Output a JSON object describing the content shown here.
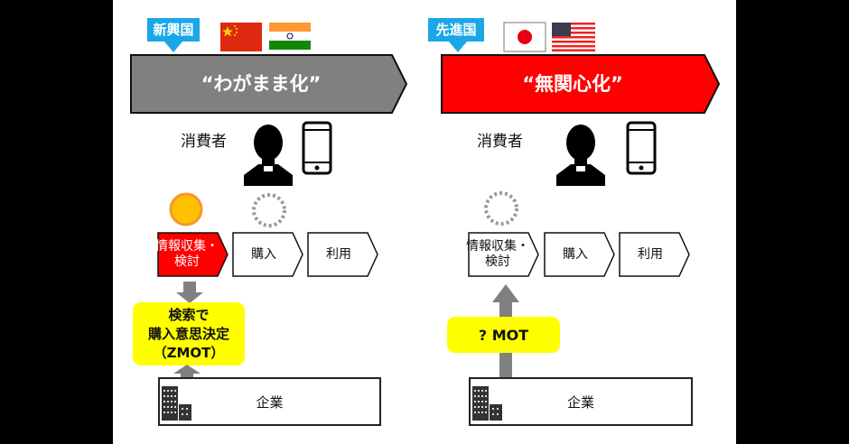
{
  "left_panel": {
    "tag": "新興国",
    "flags": [
      "china-flag",
      "india-flag"
    ],
    "banner": "“わがまま化”",
    "banner_color": "#808080",
    "consumer_label": "消費者",
    "steps": [
      {
        "line1": "情報収集・",
        "line2": "検討",
        "highlighted": true
      },
      {
        "line1": "購入",
        "line2": "",
        "highlighted": false
      },
      {
        "line1": "利用",
        "line2": "",
        "highlighted": false
      }
    ],
    "callout": {
      "line1": "検索で",
      "line2": "購入意思決定",
      "line3": "（ZMOT）"
    },
    "company_label": "企業"
  },
  "right_panel": {
    "tag": "先進国",
    "flags": [
      "japan-flag",
      "usa-flag"
    ],
    "banner": "“無関心化”",
    "banner_color": "#ff0000",
    "consumer_label": "消費者",
    "steps": [
      {
        "line1": "情報収集・",
        "line2": "検討",
        "highlighted": false
      },
      {
        "line1": "購入",
        "line2": "",
        "highlighted": false
      },
      {
        "line1": "利用",
        "line2": "",
        "highlighted": false
      }
    ],
    "callout": {
      "line1": "? MOT"
    },
    "company_label": "企業"
  },
  "colors": {
    "tag_blue": "#1aa7e8",
    "highlight_red": "#ff0000",
    "callout_yellow": "#ffff00",
    "sun_orange": "#ffc000",
    "arrow_gray": "#808080"
  }
}
